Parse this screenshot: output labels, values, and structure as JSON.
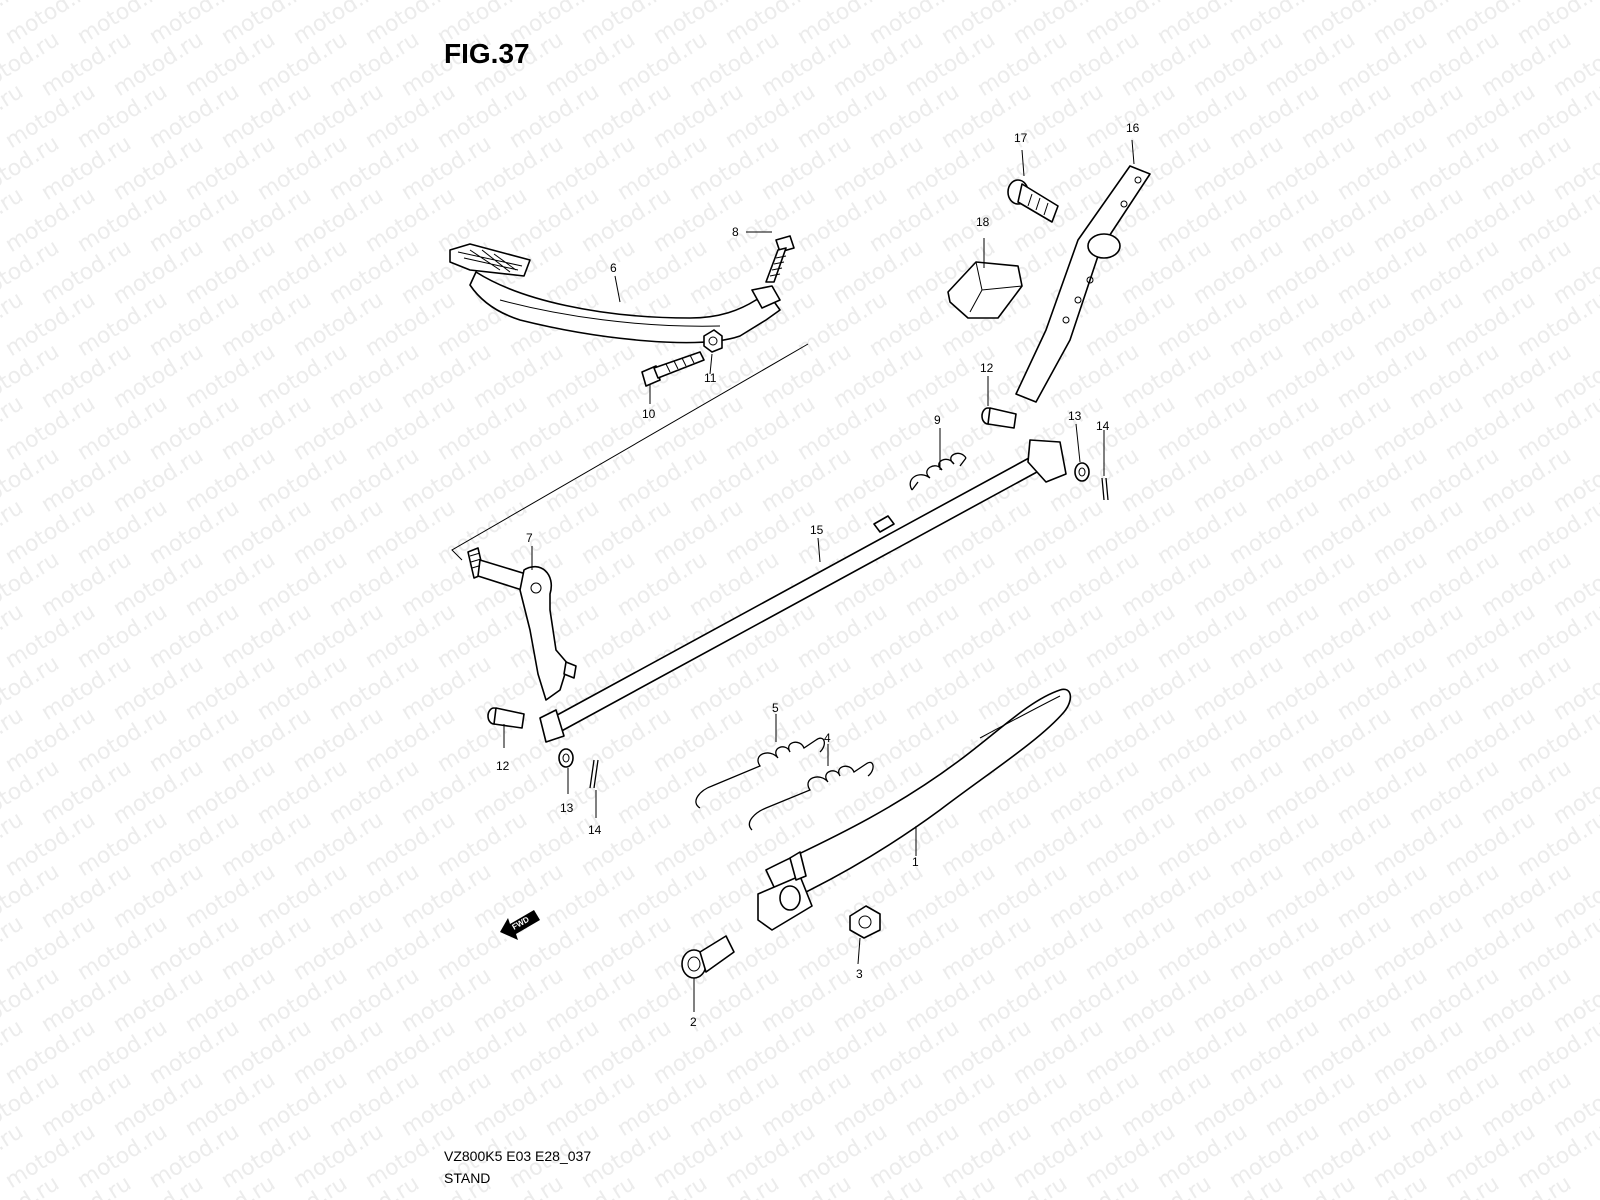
{
  "figure": {
    "title": "FIG.37",
    "code": "VZ800K5 E03 E28_037",
    "name": "STAND",
    "fwd_label": "FWD"
  },
  "watermark_text": "motod.ru",
  "callouts": {
    "c1": "1",
    "c2": "2",
    "c3": "3",
    "c4": "4",
    "c5": "5",
    "c6": "6",
    "c7": "7",
    "c8": "8",
    "c9": "9",
    "c10": "10",
    "c11": "11",
    "c12a": "12",
    "c12b": "12",
    "c13a": "13",
    "c13b": "13",
    "c14a": "14",
    "c14b": "14",
    "c15": "15",
    "c16": "16",
    "c17": "17",
    "c18": "18"
  }
}
